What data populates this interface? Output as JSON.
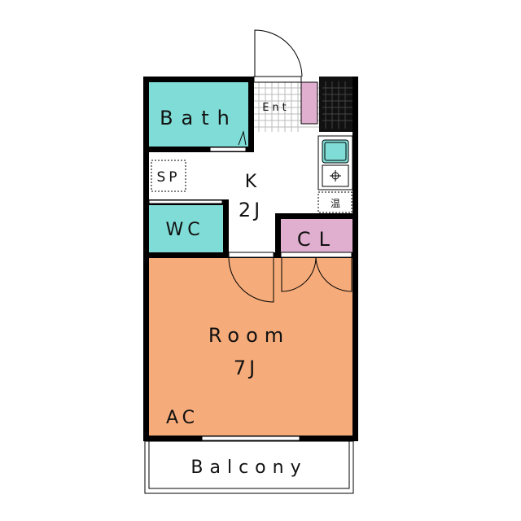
{
  "rooms": {
    "bath": "Bath",
    "entrance": "Ent",
    "storage": "SP",
    "kitchen_name": "K",
    "kitchen_size": "2J",
    "toilet": "WC",
    "closet": "CL",
    "room_name": "Room",
    "room_size": "7J",
    "aircon": "AC",
    "balcony": "Balcony",
    "water_heater": "温"
  },
  "colors": {
    "wet_area": "#80dcd6",
    "closet": "#e0afd0",
    "room": "#f5ab7a",
    "wall": "#000000"
  }
}
